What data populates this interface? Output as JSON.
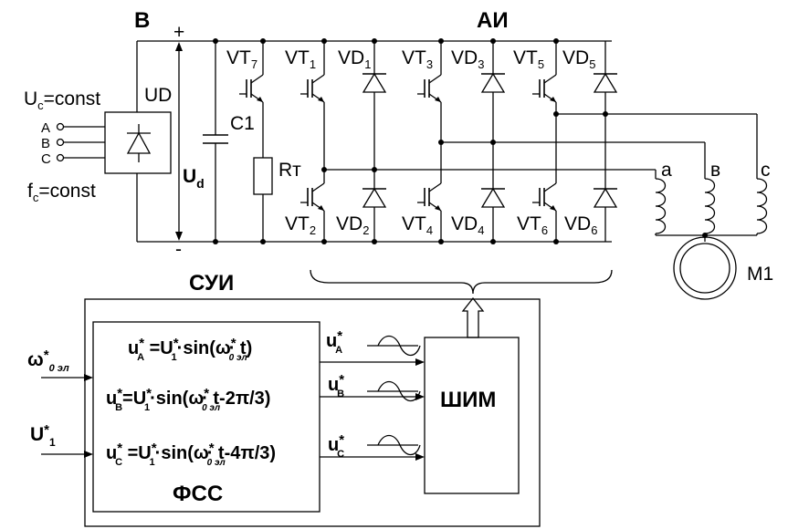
{
  "labels": {
    "rectifier_title": "B",
    "inverter_title": "АИ",
    "control_title": "СУИ",
    "rectifier_block": "UD",
    "plus": "+",
    "minus": "-",
    "ud_main": "U",
    "ud_sub": "d",
    "uc_pre": "U",
    "uc_sub": "c",
    "uc_post": "=const",
    "fc_pre": "f",
    "fc_sub": "c",
    "fc_post": "=const",
    "phase_in_a": "A",
    "phase_in_b": "B",
    "phase_in_c": "C",
    "capacitor": "C1",
    "brake_resistor": "Rт",
    "motor": "M1",
    "winding_a": "a",
    "winding_b": "в",
    "winding_c": "c",
    "pwm_block": "ШИМ",
    "fss_block": "ФСС"
  },
  "devices": {
    "vt7": {
      "main": "VT",
      "sub": "7"
    },
    "vt1": {
      "main": "VT",
      "sub": "1"
    },
    "vd1": {
      "main": "VD",
      "sub": "1"
    },
    "vt3": {
      "main": "VT",
      "sub": "3"
    },
    "vd3": {
      "main": "VD",
      "sub": "3"
    },
    "vt5": {
      "main": "VT",
      "sub": "5"
    },
    "vd5": {
      "main": "VD",
      "sub": "5"
    },
    "vt2": {
      "main": "VT",
      "sub": "2"
    },
    "vd2": {
      "main": "VD",
      "sub": "2"
    },
    "vt4": {
      "main": "VT",
      "sub": "4"
    },
    "vd4": {
      "main": "VD",
      "sub": "4"
    },
    "vt6": {
      "main": "VT",
      "sub": "6"
    },
    "vd6": {
      "main": "VD",
      "sub": "6"
    }
  },
  "inputs": {
    "omega": {
      "main": "ω",
      "star": "*",
      "sub": "0 эл"
    },
    "u1": {
      "main": "U",
      "star": "*",
      "sub": "1"
    }
  },
  "equations": {
    "a": {
      "lhs": "u",
      "star": "*",
      "lhs_sub": "A",
      "p1": " =U",
      "p2": "·sin(ω",
      "p3": "·  t)",
      "amp_sub": "1",
      "w_sub": "0 эл"
    },
    "b": {
      "lhs": "u",
      "star": "*",
      "lhs_sub": "B",
      "p1": "=U",
      "p2": "·sin(ω",
      "p3": "·  t-2π/3)",
      "amp_sub": "1",
      "w_sub": "0 эл"
    },
    "c": {
      "lhs": "u",
      "star": "*",
      "lhs_sub": "C",
      "p1": " =U",
      "p2": "·sin(ω",
      "p3": "·  t-4π/3)",
      "amp_sub": "1",
      "w_sub": "0 эл"
    }
  },
  "signals": {
    "a": {
      "main": "u",
      "star": "*",
      "sub": "A"
    },
    "b": {
      "main": "u",
      "star": "*",
      "sub": "B"
    },
    "c": {
      "main": "u",
      "star": "*",
      "sub": "C"
    }
  }
}
